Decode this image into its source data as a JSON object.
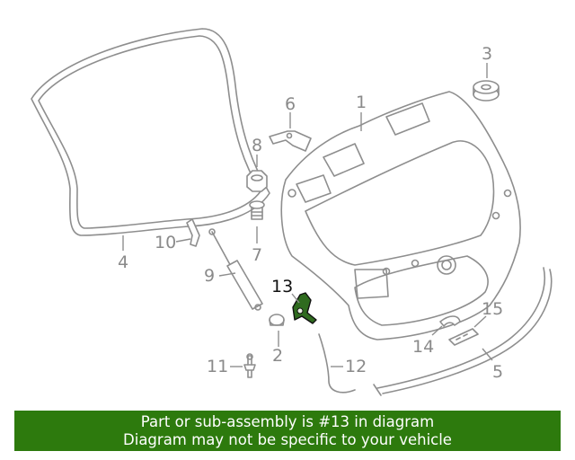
{
  "callouts": {
    "c1": "1",
    "c2": "2",
    "c3": "3",
    "c4": "4",
    "c5": "5",
    "c6": "6",
    "c7": "7",
    "c8": "8",
    "c9": "9",
    "c10": "10",
    "c11": "11",
    "c12": "12",
    "c13": "13",
    "c14": "14",
    "c15": "15"
  },
  "highlight": {
    "part_number": "13",
    "color": "#2f6b1f"
  },
  "banner": {
    "line1": "Part or sub-assembly is #13 in diagram",
    "line2": "Diagram may not be specific to your vehicle",
    "background": "#2d7a0d"
  }
}
